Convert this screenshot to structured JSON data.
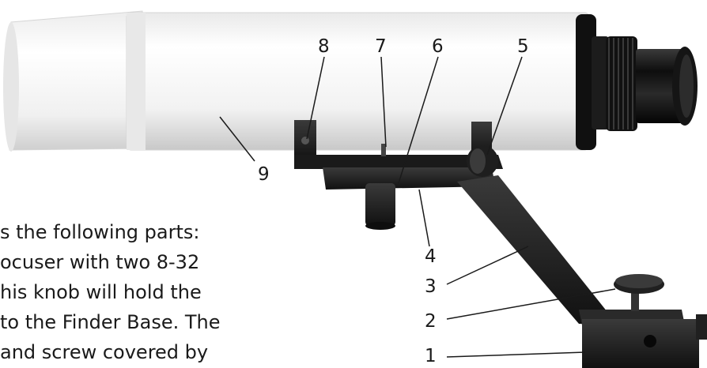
{
  "callouts": {
    "c1": "1",
    "c2": "2",
    "c3": "3",
    "c4": "4",
    "c5": "5",
    "c6": "6",
    "c7": "7",
    "c8": "8",
    "c9": "9"
  },
  "caption": {
    "line1": "s the following parts:",
    "line2": "ocuser with two 8-32",
    "line3": "his knob will hold the",
    "line4": "to the Finder Base. The",
    "line5": "and screw covered by"
  },
  "colors": {
    "tube_white": "#f4f4f4",
    "tube_shadow": "#c9c9c9",
    "metal_black": "#1b1b1b",
    "text": "#1a1a1a"
  }
}
